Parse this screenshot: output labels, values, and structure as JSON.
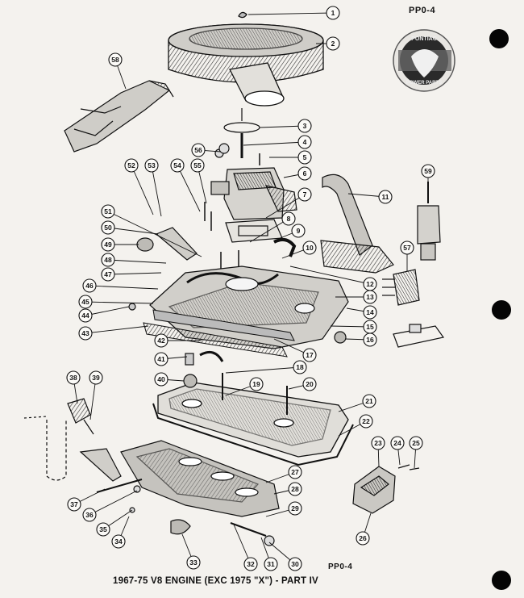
{
  "page_code_top": "PP0-4",
  "page_code_bottom": "PP0-4",
  "caption": "1967-75 V8 ENGINE (EXC 1975 \"X\") - PART IV",
  "logo": {
    "name": "pontiac-power-parts-logo",
    "text_top": "PONTIAC",
    "text_bottom": "POWER PARTS"
  },
  "callouts": [
    {
      "n": "1"
    },
    {
      "n": "2"
    },
    {
      "n": "3"
    },
    {
      "n": "4"
    },
    {
      "n": "5"
    },
    {
      "n": "6"
    },
    {
      "n": "7"
    },
    {
      "n": "8"
    },
    {
      "n": "9"
    },
    {
      "n": "10"
    },
    {
      "n": "11"
    },
    {
      "n": "12"
    },
    {
      "n": "13"
    },
    {
      "n": "14"
    },
    {
      "n": "15"
    },
    {
      "n": "16"
    },
    {
      "n": "17"
    },
    {
      "n": "18"
    },
    {
      "n": "19"
    },
    {
      "n": "20"
    },
    {
      "n": "21"
    },
    {
      "n": "22"
    },
    {
      "n": "23"
    },
    {
      "n": "24"
    },
    {
      "n": "25"
    },
    {
      "n": "26"
    },
    {
      "n": "27"
    },
    {
      "n": "28"
    },
    {
      "n": "29"
    },
    {
      "n": "30"
    },
    {
      "n": "31"
    },
    {
      "n": "32"
    },
    {
      "n": "33"
    },
    {
      "n": "34"
    },
    {
      "n": "35"
    },
    {
      "n": "36"
    },
    {
      "n": "37"
    },
    {
      "n": "38"
    },
    {
      "n": "39"
    },
    {
      "n": "40"
    },
    {
      "n": "41"
    },
    {
      "n": "42"
    },
    {
      "n": "43"
    },
    {
      "n": "44"
    },
    {
      "n": "45"
    },
    {
      "n": "46"
    },
    {
      "n": "47"
    },
    {
      "n": "48"
    },
    {
      "n": "49"
    },
    {
      "n": "50"
    },
    {
      "n": "51"
    },
    {
      "n": "52"
    },
    {
      "n": "53"
    },
    {
      "n": "54"
    },
    {
      "n": "55"
    },
    {
      "n": "56"
    },
    {
      "n": "57"
    },
    {
      "n": "58"
    },
    {
      "n": "59"
    }
  ]
}
